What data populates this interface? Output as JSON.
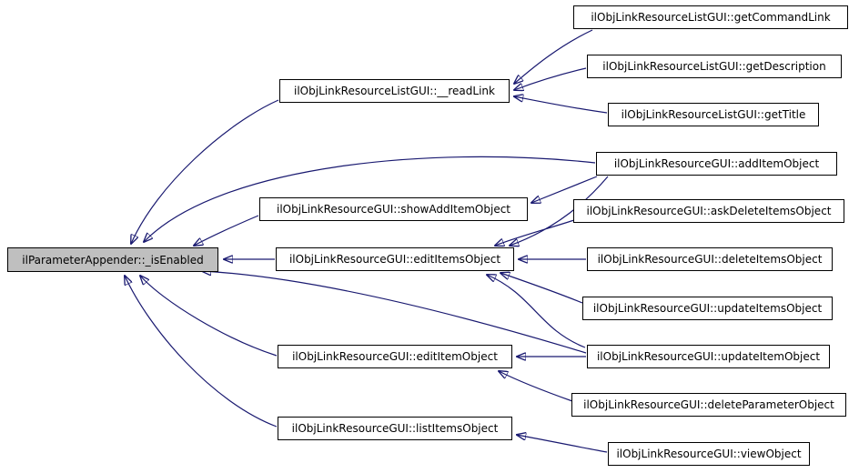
{
  "diagram": {
    "kind": "caller-graph",
    "colors": {
      "edge": "#191970",
      "node_fill": "#ffffff",
      "node_border": "#000000",
      "highlight_fill": "#bfbfbf",
      "background": "#ffffff"
    },
    "nodes": [
      {
        "id": "isEnabled",
        "label": "ilParameterAppender::_isEnabled",
        "highlighted": true
      },
      {
        "id": "readLink",
        "label": "ilObjLinkResourceListGUI::__readLink",
        "highlighted": false
      },
      {
        "id": "showAddItemObject",
        "label": "ilObjLinkResourceGUI::showAddItemObject",
        "highlighted": false
      },
      {
        "id": "editItemsObject",
        "label": "ilObjLinkResourceGUI::editItemsObject",
        "highlighted": false
      },
      {
        "id": "editItemObject",
        "label": "ilObjLinkResourceGUI::editItemObject",
        "highlighted": false
      },
      {
        "id": "listItemsObject",
        "label": "ilObjLinkResourceGUI::listItemsObject",
        "highlighted": false
      },
      {
        "id": "getCommandLink",
        "label": "ilObjLinkResourceListGUI::getCommandLink",
        "highlighted": false
      },
      {
        "id": "getDescription",
        "label": "ilObjLinkResourceListGUI::getDescription",
        "highlighted": false
      },
      {
        "id": "getTitle",
        "label": "ilObjLinkResourceListGUI::getTitle",
        "highlighted": false
      },
      {
        "id": "addItemObject",
        "label": "ilObjLinkResourceGUI::addItemObject",
        "highlighted": false
      },
      {
        "id": "askDeleteItemsObject",
        "label": "ilObjLinkResourceGUI::askDeleteItemsObject",
        "highlighted": false
      },
      {
        "id": "deleteItemsObject",
        "label": "ilObjLinkResourceGUI::deleteItemsObject",
        "highlighted": false
      },
      {
        "id": "updateItemsObject",
        "label": "ilObjLinkResourceGUI::updateItemsObject",
        "highlighted": false
      },
      {
        "id": "updateItemObject",
        "label": "ilObjLinkResourceGUI::updateItemObject",
        "highlighted": false
      },
      {
        "id": "deleteParameterObject",
        "label": "ilObjLinkResourceGUI::deleteParameterObject",
        "highlighted": false
      },
      {
        "id": "viewObject",
        "label": "ilObjLinkResourceGUI::viewObject",
        "highlighted": false
      }
    ],
    "edges": [
      {
        "from": "getCommandLink",
        "to": "readLink"
      },
      {
        "from": "getDescription",
        "to": "readLink"
      },
      {
        "from": "getTitle",
        "to": "readLink"
      },
      {
        "from": "readLink",
        "to": "isEnabled"
      },
      {
        "from": "addItemObject",
        "to": "isEnabled"
      },
      {
        "from": "showAddItemObject",
        "to": "isEnabled"
      },
      {
        "from": "editItemsObject",
        "to": "isEnabled"
      },
      {
        "from": "updateItemObject",
        "to": "isEnabled"
      },
      {
        "from": "editItemObject",
        "to": "isEnabled"
      },
      {
        "from": "listItemsObject",
        "to": "isEnabled"
      },
      {
        "from": "addItemObject",
        "to": "showAddItemObject"
      },
      {
        "from": "addItemObject",
        "to": "editItemsObject"
      },
      {
        "from": "askDeleteItemsObject",
        "to": "editItemsObject"
      },
      {
        "from": "deleteItemsObject",
        "to": "editItemsObject"
      },
      {
        "from": "updateItemsObject",
        "to": "editItemsObject"
      },
      {
        "from": "updateItemObject",
        "to": "editItemsObject"
      },
      {
        "from": "updateItemObject",
        "to": "editItemObject"
      },
      {
        "from": "deleteParameterObject",
        "to": "editItemObject"
      },
      {
        "from": "viewObject",
        "to": "listItemsObject"
      }
    ]
  }
}
